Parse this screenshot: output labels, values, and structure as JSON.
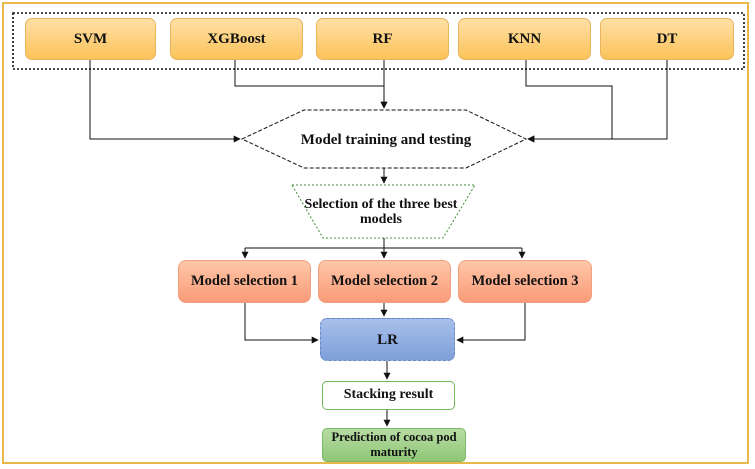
{
  "algorithms": [
    {
      "label": "SVM"
    },
    {
      "label": "XGBoost"
    },
    {
      "label": "RF"
    },
    {
      "label": "KNN"
    },
    {
      "label": "DT"
    }
  ],
  "training": {
    "label": "Model training and testing"
  },
  "selection": {
    "label": "Selection of the three best models"
  },
  "model_selections": [
    {
      "label": "Model selection 1"
    },
    {
      "label": "Model selection 2"
    },
    {
      "label": "Model selection 3"
    }
  ],
  "meta_learner": {
    "label": "LR"
  },
  "stacking": {
    "label": "Stacking result"
  },
  "prediction": {
    "label": "Prediction of cocoa pod maturity"
  },
  "colors": {
    "frame": "#e8b84a",
    "algorithm_box": "#fbc259",
    "selection_box": "#f99b78",
    "lr_box": "#7e9fd9",
    "stacking_border": "#6fb85b",
    "prediction_box": "#8fc776"
  }
}
